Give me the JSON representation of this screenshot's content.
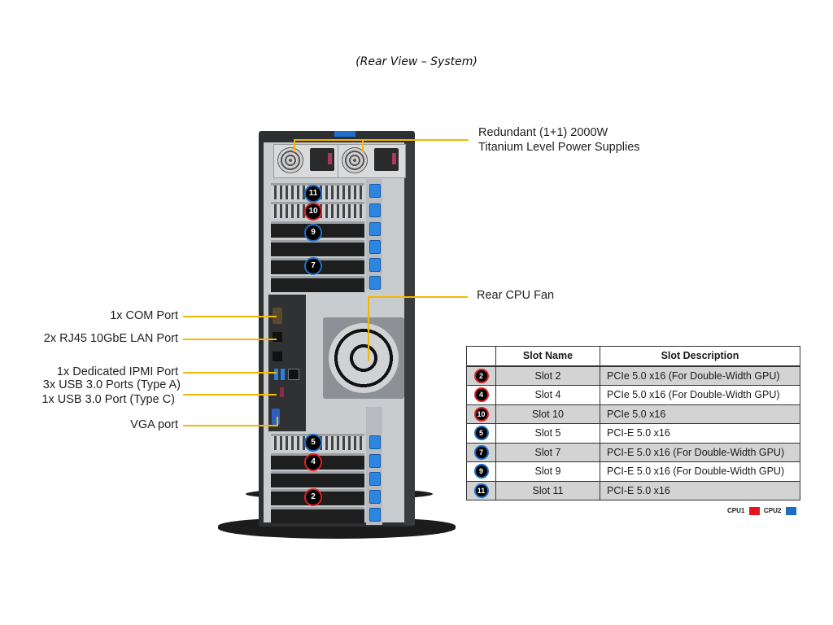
{
  "caption": "(Rear View – System)",
  "callouts": {
    "power_supplies_line1": "Redundant (1+1) 2000W",
    "power_supplies_line2": "Titanium Level Power Supplies",
    "rear_cpu_fan": "Rear CPU Fan",
    "com_port": "1x COM Port",
    "lan_port": "2x RJ45 10GbE LAN Port",
    "ipmi_port": "1x Dedicated IPMI Port",
    "usb_a": "3x USB 3.0 Ports (Type A)",
    "usb_c": "1x USB 3.0 Port (Type C)",
    "vga_port": "VGA port"
  },
  "chassis_badges": [
    {
      "number": "11",
      "cpu": "cpu2"
    },
    {
      "number": "10",
      "cpu": "cpu1"
    },
    {
      "number": "9",
      "cpu": "cpu2"
    },
    {
      "number": "7",
      "cpu": "cpu2"
    },
    {
      "number": "5",
      "cpu": "cpu2"
    },
    {
      "number": "4",
      "cpu": "cpu1"
    },
    {
      "number": "2",
      "cpu": "cpu1"
    }
  ],
  "table": {
    "headers": [
      "",
      "Slot Name",
      "Slot Description"
    ],
    "rows": [
      {
        "badge": "2",
        "cpu": "cpu1",
        "name": "Slot 2",
        "description": "PCIe 5.0 x16 (For Double-Width GPU)"
      },
      {
        "badge": "4",
        "cpu": "cpu1",
        "name": "Slot 4",
        "description": "PCIe 5.0 x16 (For Double-Width GPU)"
      },
      {
        "badge": "10",
        "cpu": "cpu1",
        "name": "Slot 10",
        "description": "PCIe 5.0 x16"
      },
      {
        "badge": "5",
        "cpu": "cpu2",
        "name": "Slot 5",
        "description": "PCI-E 5.0 x16"
      },
      {
        "badge": "7",
        "cpu": "cpu2",
        "name": "Slot 7",
        "description": "PCI-E 5.0 x16 (For Double-Width GPU)"
      },
      {
        "badge": "9",
        "cpu": "cpu2",
        "name": "Slot 9",
        "description": "PCI-E 5.0 x16 (For Double-Width GPU)"
      },
      {
        "badge": "11",
        "cpu": "cpu2",
        "name": "Slot 11",
        "description": "PCI-E 5.0 x16"
      }
    ]
  },
  "legend": {
    "cpu1_label": "CPU1",
    "cpu1_color": "#e8141c",
    "cpu2_label": "CPU2",
    "cpu2_color": "#1a6fc4"
  },
  "colors": {
    "leader_line": "#f5b800",
    "cpu1_ring": "#e02020",
    "cpu2_ring": "#1d6fc9"
  }
}
